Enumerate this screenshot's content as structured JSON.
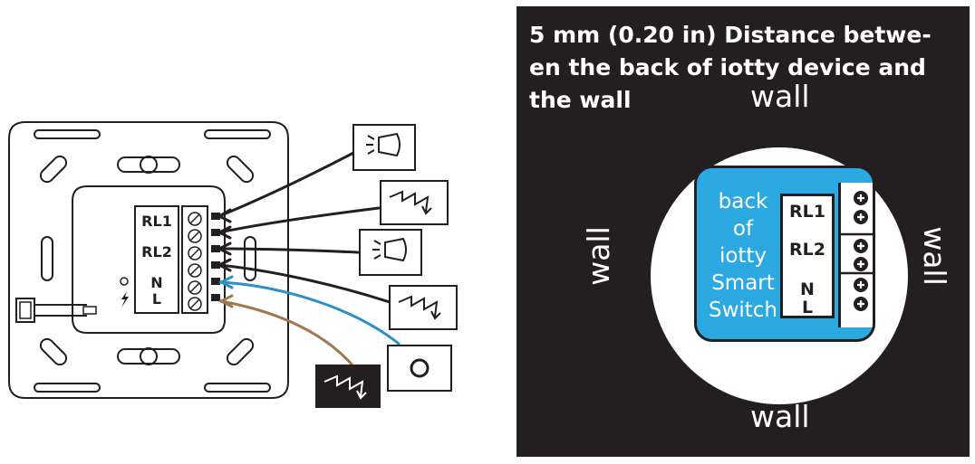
{
  "left_module_labels": {
    "rl1": "RL1",
    "rl2": "RL2",
    "n": "N",
    "l": "L"
  },
  "right_panel": {
    "heading_line1": "5 mm (0.20 in) Distance betwe-",
    "heading_line2": "en the back of iotty device and",
    "heading_line3": "the wall",
    "wall_top": "wall",
    "wall_bottom": "wall",
    "wall_left": "wall",
    "wall_right": "wall",
    "back_line1": "back",
    "back_line2": "of",
    "back_line3": "iotty",
    "back_line4": "Smart",
    "back_line5": "Switch",
    "rl1": "RL1",
    "rl2": "RL2",
    "n": "N",
    "l": "L"
  },
  "colors": {
    "panel_bg": "#231f20",
    "module_blue": "#2ba9e0",
    "neutral_wire": "#2b8fc9",
    "live_wire": "#a07850",
    "line": "#231f20"
  },
  "icons": [
    "lamp-icon",
    "load-lightning-icon",
    "lamp-icon",
    "load-lightning-icon",
    "power-source-icon",
    "switch-button-icon"
  ]
}
